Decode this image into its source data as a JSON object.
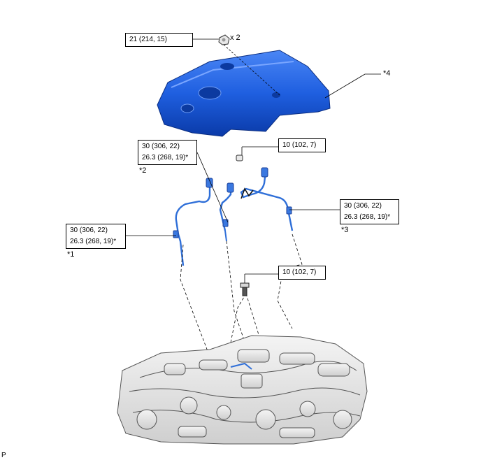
{
  "callouts": {
    "cover_bolt": {
      "torque": "21 (214, 15)",
      "qty": "x 2"
    },
    "sensor_2": {
      "torque_a": "30 (306, 22)",
      "torque_b": "26.3 (268, 19)*",
      "ref": "*2"
    },
    "clamp_upper": {
      "torque": "10 (102, 7)"
    },
    "sensor_3": {
      "torque_a": "30 (306, 22)",
      "torque_b": "26.3 (268, 19)*",
      "ref": "*3"
    },
    "sensor_1": {
      "torque_a": "30 (306, 22)",
      "torque_b": "26.3 (268, 19)*",
      "ref": "*1"
    },
    "clamp_lower": {
      "torque": "10 (102, 7)"
    },
    "engine_cover": {
      "ref": "*4"
    }
  },
  "corner_code": "P",
  "colors": {
    "cover": "#1f5fe0",
    "sensor": "#2f6fd8",
    "line": "#000000"
  }
}
